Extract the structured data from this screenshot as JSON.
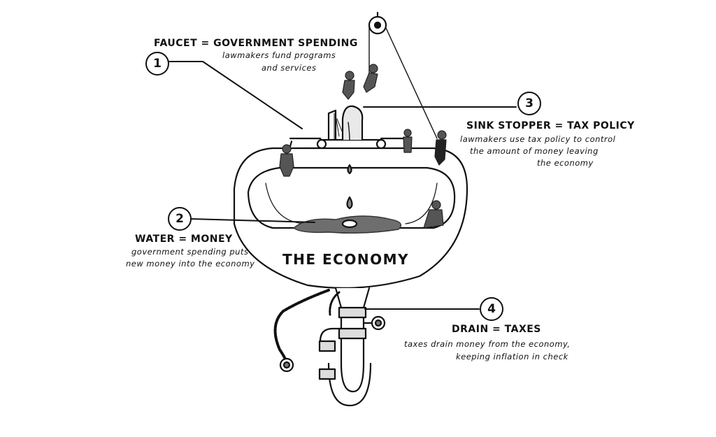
{
  "callouts": [
    {
      "number": "1",
      "title": "FAUCET = GOVERNMENT SPENDING",
      "desc_line1": "lawmakers fund programs",
      "desc_line2": "and services"
    },
    {
      "number": "2",
      "title": "WATER = MONEY",
      "desc_line1": "government spending puts",
      "desc_line2": "new money into the economy"
    },
    {
      "number": "3",
      "title": "SINK STOPPER = TAX POLICY",
      "desc_line1": "lawmakers use tax policy to control",
      "desc_line2": "the amount of money leaving",
      "desc_line3": "the economy"
    },
    {
      "number": "4",
      "title": "DRAIN = TAXES",
      "desc_line1": "taxes drain money from the economy,",
      "desc_line2": "keeping inflation in check"
    }
  ],
  "sink_label": "THE ECONOMY",
  "colors": {
    "ink": "#111111",
    "water": "#6e6e6e",
    "figure": "#555555",
    "fill": "#ffffff"
  }
}
